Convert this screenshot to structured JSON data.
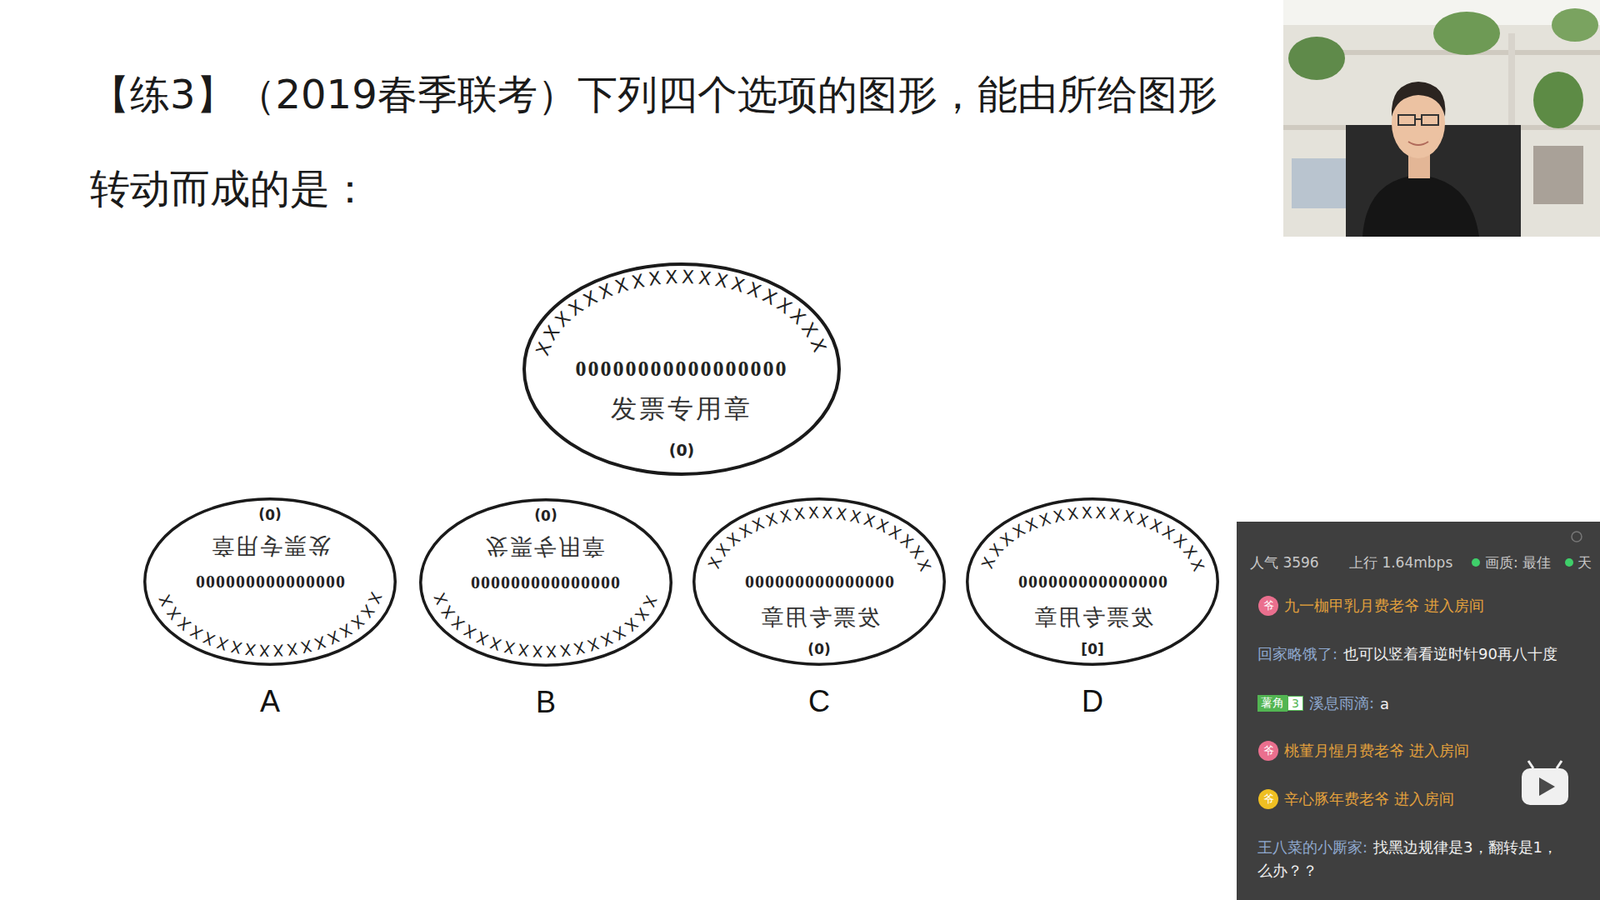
{
  "diagram": {
    "title": "【练3】（2019春季联考）下列四个选项的图形，能由所给图形转动而成的是：",
    "nodes": [
      {
        "text": [
          "XXXXXXXXXXXXXXXXXXXX",
          "00000000000000000",
          "发票专用章",
          "(0)"
        ]
      },
      {
        "text": [
          "XXXXXXXXXXXXXXXXXX",
          "000000000000000",
          "发票专用章",
          "(0)",
          "A"
        ]
      },
      {
        "text": [
          "XXXXXXXXXXXXXXXXXX",
          "000000000000000",
          "发票专用章",
          "(0)",
          "B"
        ]
      },
      {
        "text": [
          "XXXXXXXXXXXXXXXXXX",
          "000000000000000",
          "发票专用章",
          "(0)",
          "C"
        ]
      },
      {
        "text": [
          "XXXXXXXXXXXXXXXXXX",
          "000000000000000",
          "发票专用章",
          "[0]",
          "D"
        ]
      }
    ],
    "labels": [
      "人气 3596",
      "上行 1.64mbps",
      "画质: 最佳",
      "天",
      "爷",
      "九一枷甲乳月费老爷 进入房间",
      "回家略饿了:",
      "也可以竖着看逆时针90再八十度",
      "薯角",
      "3",
      "溪息雨滴:",
      "a",
      "爷",
      "桃菫月惺月费老爷 进入房间",
      "爷",
      "辛心豚年费老爷 进入房间",
      "王八菜的小厮家:",
      "找黑边规律是3，翻转是1，",
      "么办？？"
    ]
  }
}
